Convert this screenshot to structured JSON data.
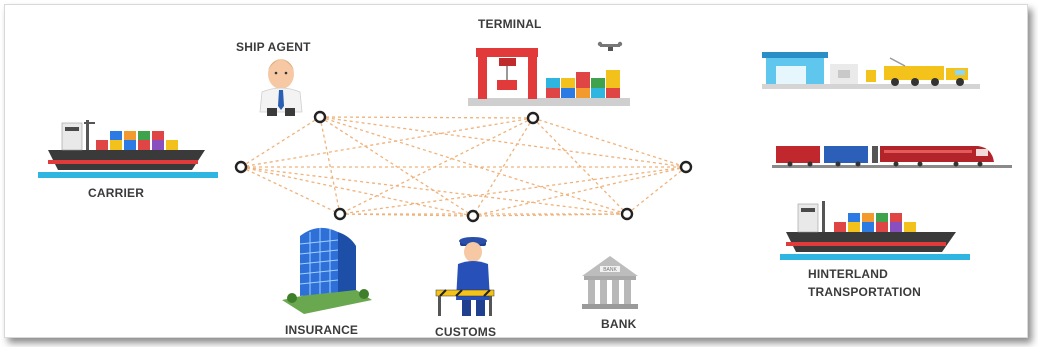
{
  "labels": {
    "terminal": "TERMINAL",
    "ship_agent": "SHIP AGENT",
    "carrier": "CARRIER",
    "insurance": "INSURANCE",
    "customs": "CUSTOMS",
    "bank": "BANK",
    "hinterland_line1": "HINTERLAND",
    "hinterland_line2": "TRANSPORTATION"
  },
  "bank_sign": "BANK",
  "colors": {
    "network_line": "#f0b27a",
    "node_stroke": "#222222",
    "water": "#2fb6e0",
    "crane_red": "#e23a3a",
    "building_blue": "#2e6fd8",
    "train_red": "#c0282d",
    "truck_yellow": "#f3c21b"
  }
}
